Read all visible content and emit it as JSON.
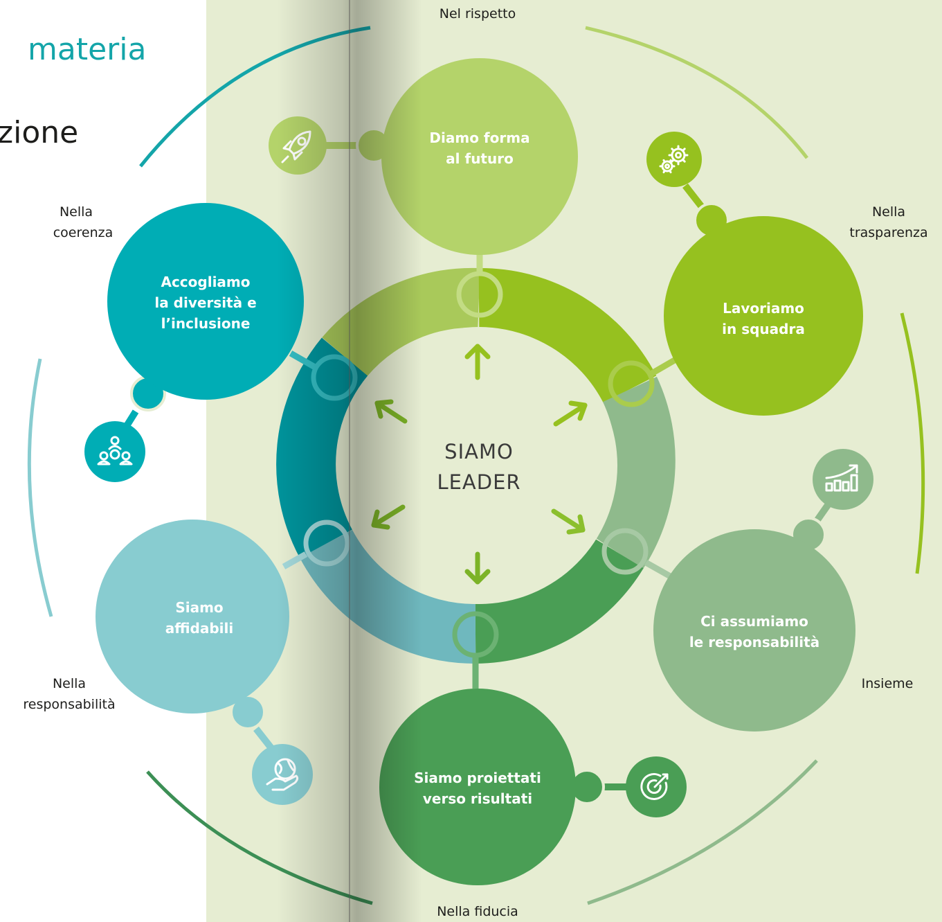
{
  "header": {
    "title_fragment": "materia",
    "subtitle_fragment": "zione"
  },
  "center": {
    "line1": "SIAMO",
    "line2": "LEADER"
  },
  "outer_labels": {
    "top": "Nel rispetto",
    "top_right_1": "Nella",
    "top_right_2": "trasparenza",
    "right": "Insieme",
    "bottom": "Nella fiducia",
    "bottom_left_1": "Nella",
    "bottom_left_2": "responsabilità",
    "top_left_1": "Nella",
    "top_left_2": "coerenza"
  },
  "values": [
    {
      "line1": "Diamo forma",
      "line2": "al futuro",
      "line3": "",
      "icon": "rocket-icon",
      "color": "#b4d36a"
    },
    {
      "line1": "Lavoriamo",
      "line2": "in squadra",
      "line3": "",
      "icon": "gears-icon",
      "color": "#96c11f"
    },
    {
      "line1": "Ci assumiamo",
      "line2": "le responsabilità",
      "line3": "",
      "icon": "growth-chart-icon",
      "color": "#8fba8c"
    },
    {
      "line1": "Siamo proiettati",
      "line2": "verso risultati",
      "line3": "",
      "icon": "target-icon",
      "color": "#4a9e55"
    },
    {
      "line1": "Siamo",
      "line2": "affidabili",
      "line3": "",
      "icon": "globe-hand-icon",
      "color": "#88ccd0"
    },
    {
      "line1": "Accogliamo",
      "line2": "la diversità e",
      "line3": "l’inclusione",
      "icon": "people-network-icon",
      "color": "#00adb5"
    }
  ],
  "colors": {
    "teal": "#14a5a9",
    "teal_dark": "#00939b",
    "light_teal": "#88ccd0",
    "lime": "#96c11f",
    "light_lime": "#b4d36a",
    "sage": "#8fba8c",
    "green": "#4a9e55",
    "bg_green": "#e6edd2"
  }
}
